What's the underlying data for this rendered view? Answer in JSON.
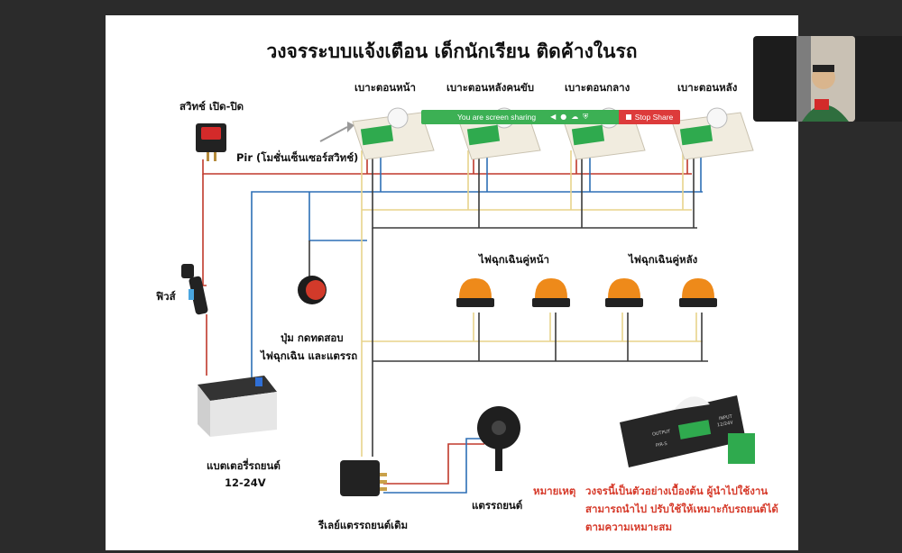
{
  "slide": {
    "title": "วงจรระบบแจ้งเตือน เด็กนักเรียน ติดค้างในรถ",
    "seat_labels": [
      "เบาะตอนหน้า",
      "เบาะตอนหลังคนขับ",
      "เบาะตอนกลาง",
      "เบาะตอนหลัง"
    ],
    "switch_label": "สวิทช์ เปิด-ปิด",
    "pir_label": "Pir (โมชั่นเซ็นเซอร์สวิทช์)",
    "fuse_label": "ฟิวส์",
    "button_label_1": "ปุ่ม กดทดสอบ",
    "button_label_2": "ไฟฉุกเฉิน และแตรรถ",
    "front_lights_label": "ไฟฉุกเฉินคู่หน้า",
    "rear_lights_label": "ไฟฉุกเฉินคู่หลัง",
    "battery_label_1": "แบตเตอรี่รถยนต์",
    "battery_label_2": "12-24V",
    "relay_label": "รีเลย์แตรรถยนต์เดิม",
    "horn_label": "แตรรถยนต์",
    "note_title": "หมายเหตุ",
    "note_lines": [
      "วงจรนี้เป็นตัวอย่างเบื้องต้น ผู้นำไปใช้งาน",
      "สามารถนำไป ปรับใช้ให้เหมาะกับรถยนต์ได้",
      "ตามความเหมาะสม"
    ],
    "sensor_output_label": "OUTPUT",
    "sensor_input_label": "INPUT",
    "sensor_voltage": "12/24V",
    "sensor_model": "PIR-S"
  },
  "share_bar": {
    "text": "You are screen sharing",
    "stop_label": "Stop Share"
  },
  "colors": {
    "wire_red": "#c0392b",
    "wire_blue": "#2d6fb6",
    "wire_yellow": "#e8d48a",
    "wire_black": "#3a3a3a",
    "share_green": "#3cb054",
    "stop_red": "#dd3b3b",
    "note_red": "#d63a2a"
  }
}
